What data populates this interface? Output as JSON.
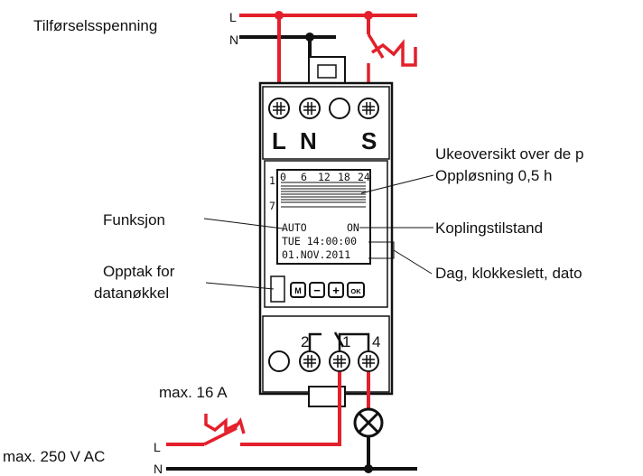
{
  "labels": {
    "supply_voltage": "Tilførselsspenning",
    "function": "Funksjon",
    "key_slot_line1": "Opptak for",
    "key_slot_line2": "datanøkkel",
    "week_overview_line1": "Ukeoversikt over de p",
    "week_overview_line2": "Oppløsning 0,5 h",
    "switch_state": "Koplingstilstand",
    "day_time_date": "Dag, klokkeslett, dato",
    "max_current": "max. 16 A",
    "max_voltage": "max. 250 V AC"
  },
  "terminals": {
    "top_L": "L",
    "top_N": "N",
    "top_S": "S",
    "bottom_2": "2",
    "bottom_1": "1",
    "bottom_4": "4"
  },
  "wires": {
    "top_L": "L",
    "top_N": "N",
    "bottom_L": "L",
    "bottom_N": "N"
  },
  "display": {
    "scale_ticks": [
      "0",
      "6",
      "12",
      "18",
      "24"
    ],
    "day_scale_top": "1",
    "day_scale_bottom": "7",
    "mode": "AUTO",
    "state": "ON",
    "day_time": "TUE 14:00:00",
    "date": "01.NOV.2011"
  },
  "buttons": {
    "menu": "M",
    "minus": "−",
    "plus": "+",
    "ok": "OK"
  },
  "colors": {
    "phase_wire": "#e3202b",
    "neutral_wire": "#111111"
  }
}
